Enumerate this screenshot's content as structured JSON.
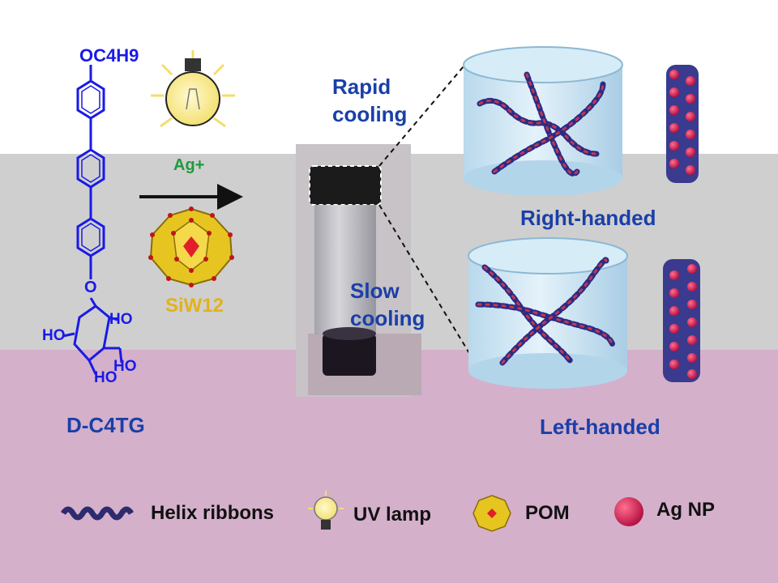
{
  "molecule": {
    "top_group": "OC4H9",
    "ho_labels": [
      "HO",
      "HO",
      "HO",
      "HO"
    ],
    "ring_oxygen": "O",
    "name": "D-C4TG"
  },
  "reaction": {
    "ion": "Ag+",
    "cluster": "SiW12"
  },
  "cooling": {
    "rapid_line1": "Rapid",
    "rapid_line2": "cooling",
    "slow_line1": "Slow",
    "slow_line2": "cooling"
  },
  "results": {
    "right": "Right-handed",
    "left": "Left-handed"
  },
  "legend": {
    "helix": "Helix ribbons",
    "uv": "UV lamp",
    "pom": "POM",
    "ag": "Ag NP"
  },
  "colors": {
    "molecule": "#1a1ae6",
    "ag_label": "#1f9a3a",
    "siw_label": "#e3b21a",
    "heading_blue": "#1a3fa8",
    "np": "#d2124d"
  }
}
